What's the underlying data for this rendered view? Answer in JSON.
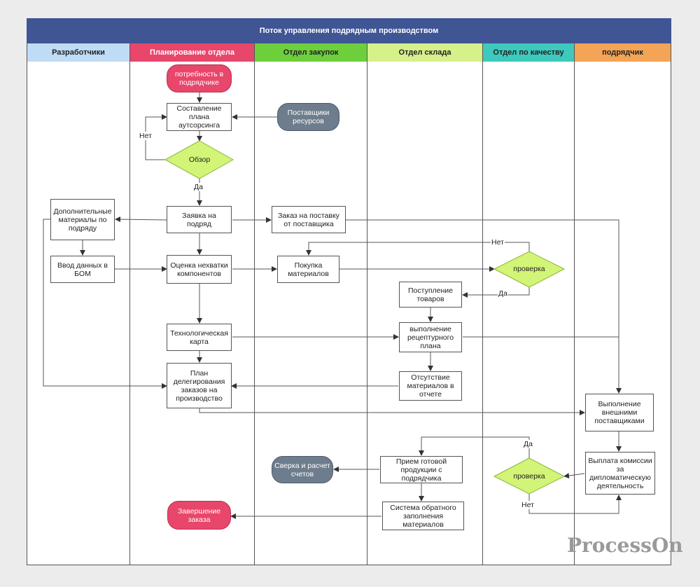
{
  "title": "Поток управления подрядным производством",
  "lanes": [
    {
      "label": "Разработчики",
      "color": "#bfdcf6"
    },
    {
      "label": "Планирование отдела",
      "color": "#e8466b"
    },
    {
      "label": "Отдел закупок",
      "color": "#6ecf3c"
    },
    {
      "label": "Отдел склада",
      "color": "#d6f08a"
    },
    {
      "label": "Отдел по качеству",
      "color": "#3ec9bd"
    },
    {
      "label": "подрядчик",
      "color": "#f3a456"
    }
  ],
  "nodes": {
    "need": "потребность в подрядчике",
    "plan": "Составление плана аутсорсинга",
    "review": "Обзор",
    "suppliers": "Поставщики ресурсов",
    "request": "Заявка на подряд",
    "extra": "Дополнительные материалы по подряду",
    "bom": "Ввод данных в БОМ",
    "order": "Заказ на поставку от поставщика",
    "estimate": "Оценка нехватки компонентов",
    "buy": "Покупка материалов",
    "check1": "проверка",
    "receipt": "Поступление товаров",
    "techcard": "Технологическая карта",
    "recipe": "выполнение рецептурного плана",
    "delegate": "План делегирования заказов на производство",
    "absent": "Отсутствие материалов в отчете",
    "external": "Выполнение внешними поставщиками",
    "commission": "Выплата комиссии за дипломатическую деятельность",
    "check2": "проверка",
    "accept": "Прием готовой продукции с подрядчика",
    "reconcile": "Сверка и расчет счетов",
    "backflush": "Система обратного заполнения материалов",
    "finish": "Завершение заказа"
  },
  "edge_labels": {
    "review_no": "Нет",
    "review_yes": "Да",
    "check1_no": "Нет",
    "check1_yes": "Да",
    "check2_yes": "Да",
    "check2_no": "Нет"
  },
  "watermark": "ProcessOn",
  "colors": {
    "header": "#3f5594",
    "decision": "#d2f477",
    "decision_border": "#8db33a",
    "red_terminal": "#e8466b",
    "gray_terminal": "#6e7d8d"
  }
}
